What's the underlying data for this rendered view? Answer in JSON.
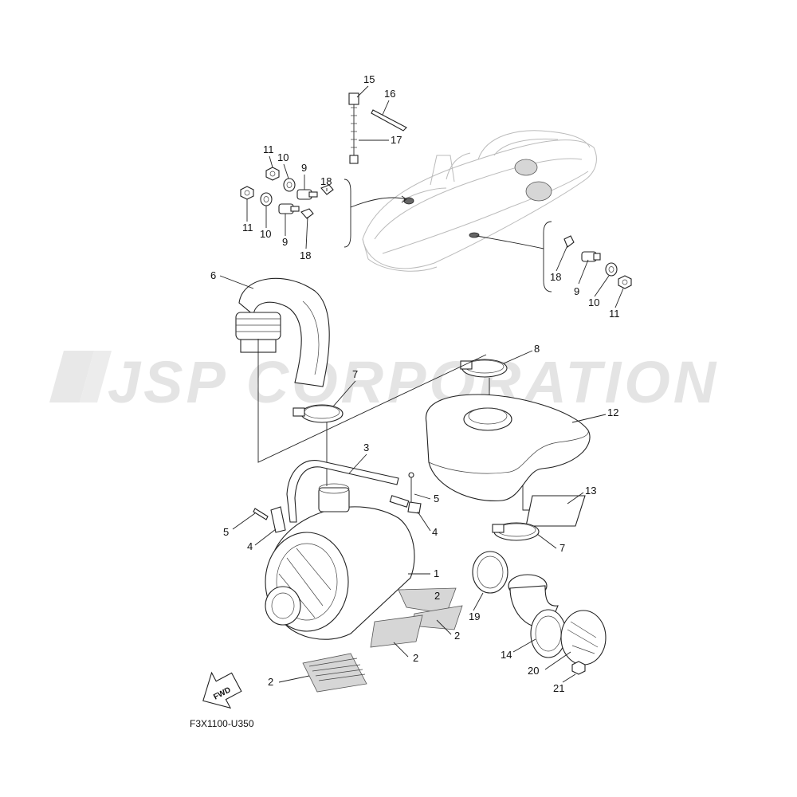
{
  "watermark": "JSP CORPORATION",
  "diagram_code": "F3X1100-U350",
  "fwd_label": "FWD",
  "callouts": {
    "c1": "1",
    "c2a": "2",
    "c2b": "2",
    "c2c": "2",
    "c2d": "2",
    "c3": "3",
    "c4a": "4",
    "c4b": "4",
    "c5a": "5",
    "c5b": "5",
    "c6": "6",
    "c7a": "7",
    "c7b": "7",
    "c8": "8",
    "c9a": "9",
    "c9b": "9",
    "c9c": "9",
    "c10a": "10",
    "c10b": "10",
    "c10c": "10",
    "c11a": "11",
    "c11b": "11",
    "c11c": "11",
    "c12": "12",
    "c13": "13",
    "c14": "14",
    "c15": "15",
    "c16": "16",
    "c17": "17",
    "c18a": "18",
    "c18b": "18",
    "c18c": "18",
    "c19": "19",
    "c20": "20",
    "c21": "21"
  }
}
